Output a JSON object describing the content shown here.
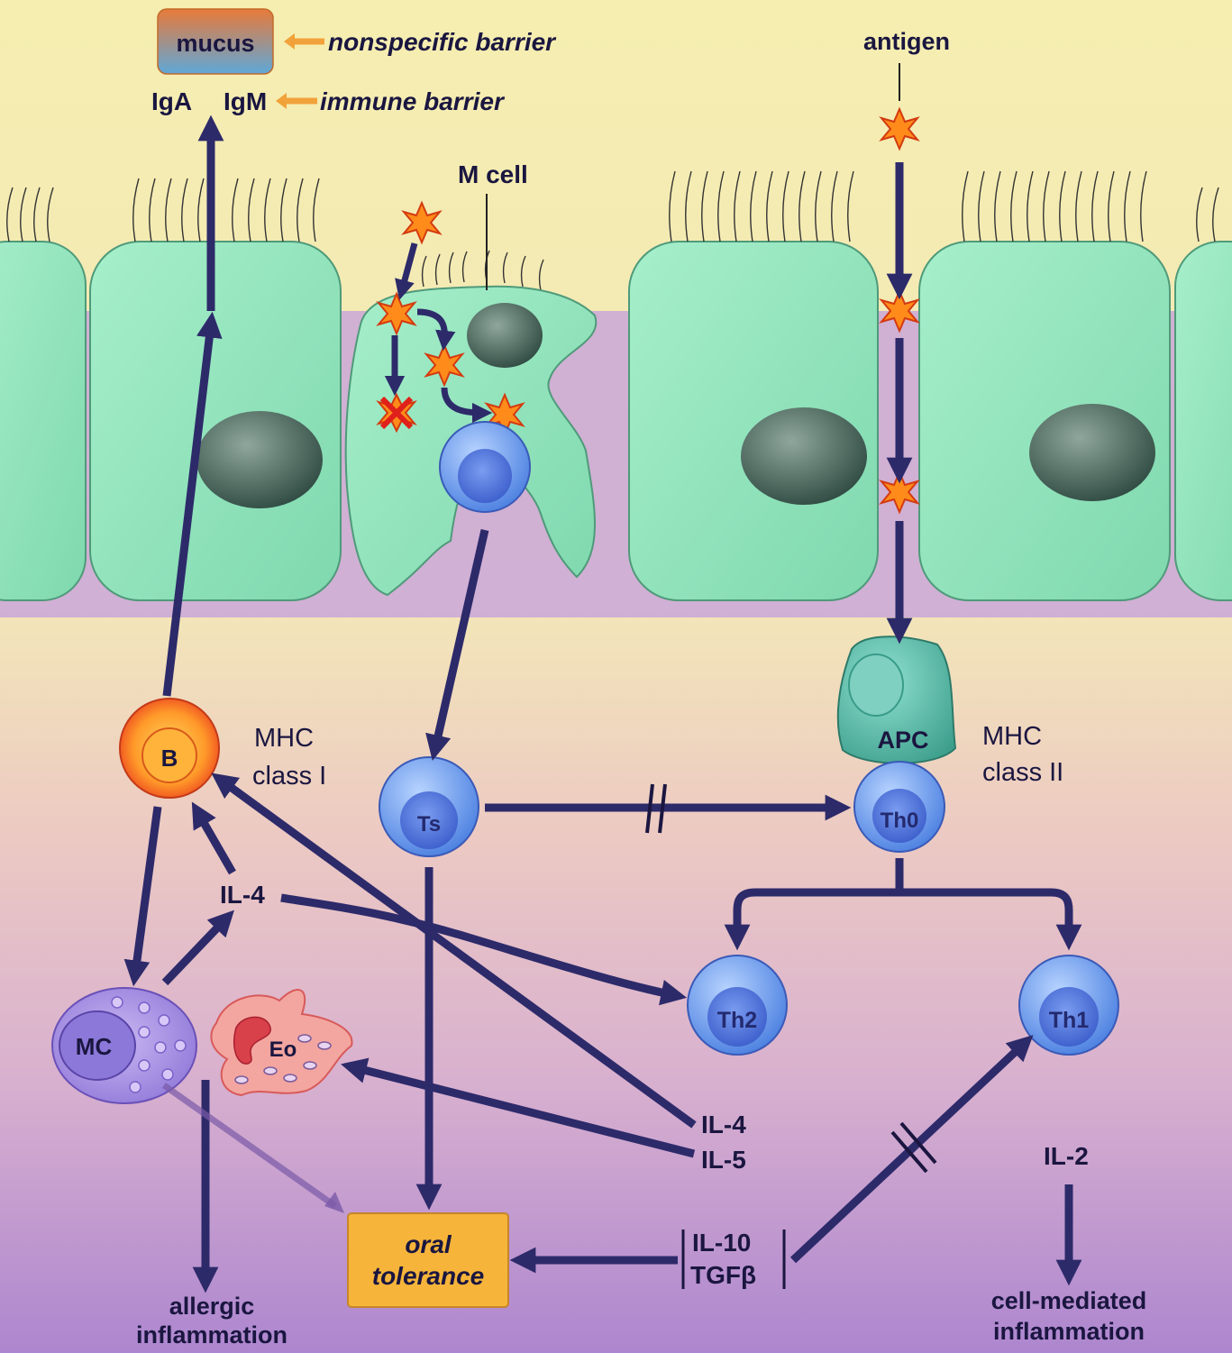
{
  "top_legend": {
    "mucus": "mucus",
    "nonspecific_barrier": "nonspecific barrier",
    "iga": "IgA",
    "igm": "IgM",
    "immune_barrier": "immune barrier"
  },
  "labels": {
    "m_cell": "M cell",
    "antigen": "antigen",
    "mhc_class_i_line1": "MHC",
    "mhc_class_i_line2": "class I",
    "mhc_class_ii_line1": "MHC",
    "mhc_class_ii_line2": "class II"
  },
  "cells": {
    "b": "B",
    "ts": "Ts",
    "apc": "APC",
    "th0": "Th0",
    "th1": "Th1",
    "th2": "Th2",
    "mc": "MC",
    "eo": "Eo"
  },
  "cytokines": {
    "il4_left": "IL-4",
    "il4_right": "IL-4",
    "il5": "IL-5",
    "il2": "IL-2",
    "il10": "IL-10",
    "tgfb": "TGFβ"
  },
  "outcomes": {
    "oral_tolerance_line1": "oral",
    "oral_tolerance_line2": "tolerance",
    "allergic_line1": "allergic",
    "allergic_line2": "inflammation",
    "cell_mediated_line1": "cell-mediated",
    "cell_mediated_line2": "inflammation"
  },
  "colors": {
    "background_top": "#f5eeb0",
    "background_bottom": "#ad86cf",
    "epithelial_cell": "#a6efcb",
    "t_cell": "#4a7fe0",
    "b_cell": "#ff9a2a",
    "antigen": "#ff8c1a",
    "arrow": "#2d2a6a",
    "oral_tolerance_box": "#f6b43a",
    "legend_arrow": "#f2a23a"
  }
}
